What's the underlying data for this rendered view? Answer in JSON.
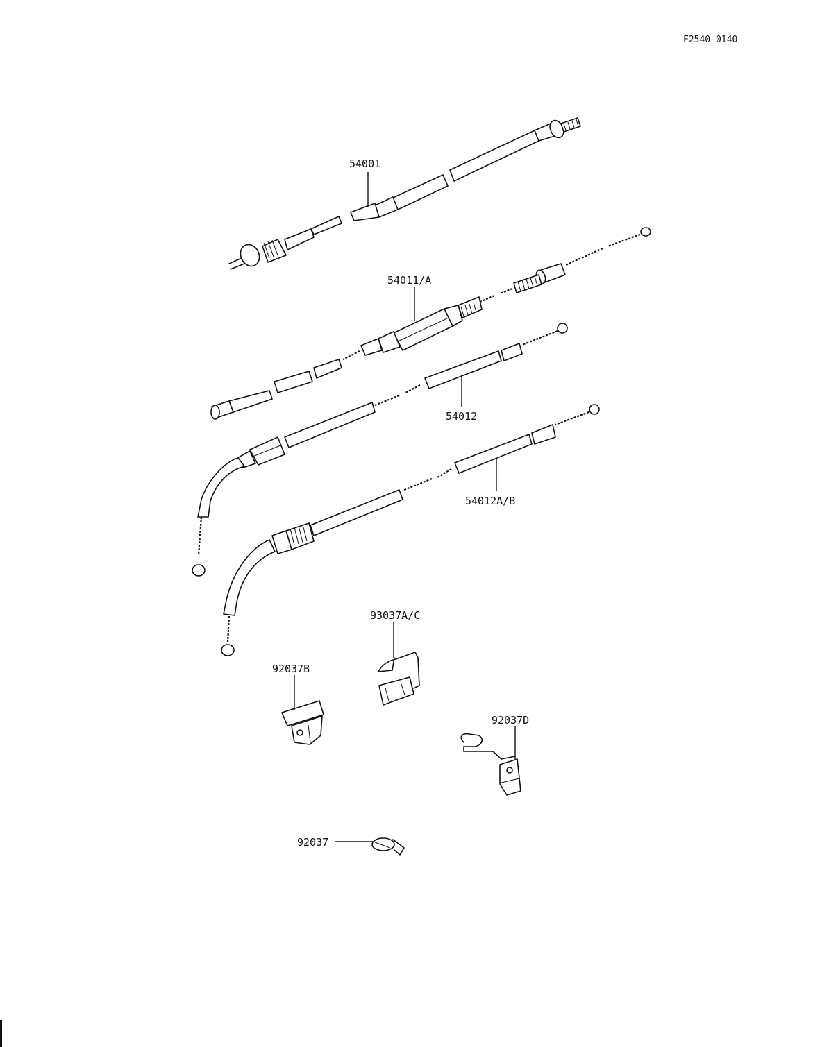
{
  "drawing_code": "F2540-0140",
  "callouts": {
    "speedometer_cable": "54001",
    "tachometer_cable": "54011/A",
    "throttle_cable_1": "54012",
    "throttle_cable_2": "54012A/B",
    "clamp_ac": "93037A/C",
    "clamp_b": "92037B",
    "clamp_d": "92037D",
    "clamp": "92037"
  }
}
